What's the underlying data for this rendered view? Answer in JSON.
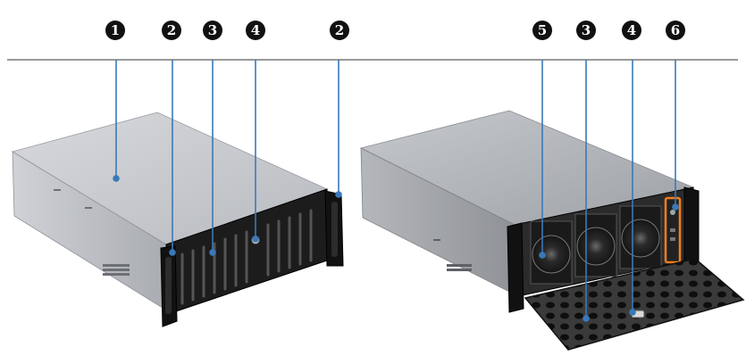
{
  "callouts": [
    {
      "id": "c1",
      "label": "1"
    },
    {
      "id": "c2a",
      "label": "2"
    },
    {
      "id": "c3a",
      "label": "3"
    },
    {
      "id": "c4a",
      "label": "4"
    },
    {
      "id": "c2b",
      "label": "2"
    },
    {
      "id": "c5",
      "label": "5"
    },
    {
      "id": "c3b",
      "label": "3"
    },
    {
      "id": "c4b",
      "label": "4"
    },
    {
      "id": "c6",
      "label": "6"
    }
  ],
  "colors": {
    "badge_fill": "#111111",
    "badge_text": "#ffffff",
    "leader_line": "#3a79b8",
    "leader_dot": "#3a79b8",
    "highlight_box": "#f07f1f",
    "chassis_top": "#c9ccd0",
    "chassis_side": "#b9bcc0",
    "bezel": "#1c1c1c",
    "handle": "#111111"
  }
}
